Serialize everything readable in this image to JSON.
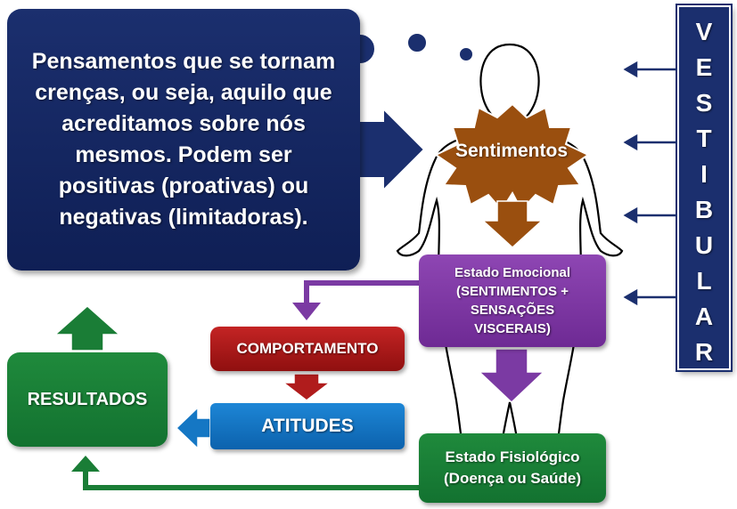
{
  "thought": {
    "text": "Pensamentos que se tornam crenças, ou seja, aquilo que acreditamos sobre nós mesmos. Podem ser positivas (proativas) ou negativas (limitadoras)."
  },
  "sentimentos": {
    "label": "Sentimentos"
  },
  "estado_emocional": {
    "label": "Estado Emocional\n(SENTIMENTOS +\nSENSAÇÕES\nVISCERAIS)"
  },
  "comportamento": {
    "label": "COMPORTAMENTO"
  },
  "atitudes": {
    "label": "ATITUDES"
  },
  "resultados": {
    "label": "RESULTADOS"
  },
  "estado_fisiologico": {
    "label": "Estado Fisiológico\n(Doença ou Saúde)"
  },
  "vestibular": {
    "letters": [
      "V",
      "E",
      "S",
      "T",
      "I",
      "B",
      "U",
      "L",
      "A",
      "R"
    ]
  },
  "colors": {
    "navy": "#1b2f6e",
    "brown": "#9a4f0f",
    "purple": "#7b3aa3",
    "red": "#b01c1c",
    "blue": "#1577c4",
    "green": "#1a7d36"
  }
}
